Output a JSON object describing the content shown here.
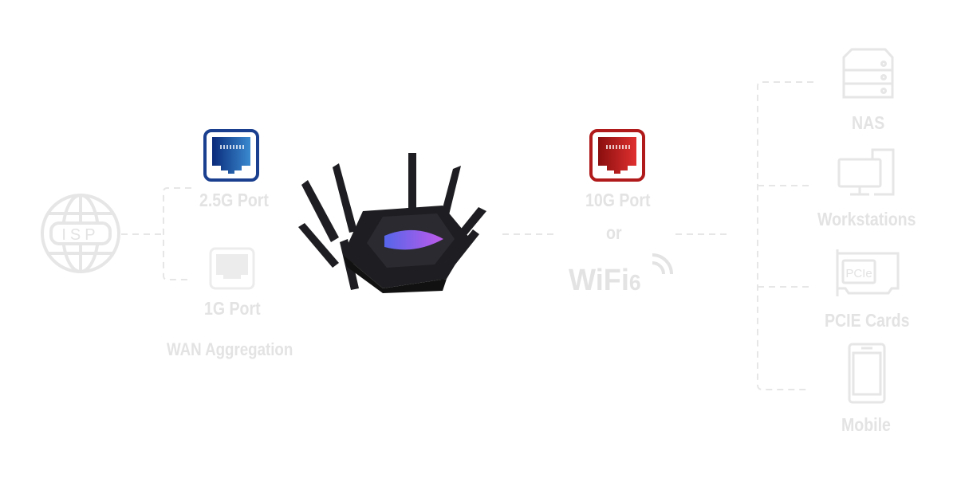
{
  "left": {
    "isp_label": "ISP",
    "port_25g": "2.5G Port",
    "port_1g": "1G Port",
    "wan_aggregation": "WAN Aggregation"
  },
  "center": {
    "port_10g": "10G Port",
    "or": "or",
    "wifi": "WiFi",
    "wifi_version": "6"
  },
  "devices": [
    "NAS",
    "Workstations",
    "PCIE Cards",
    "Mobile"
  ],
  "pcie_badge": "PCIe",
  "colors": {
    "faded": "#e3e3e3",
    "port_blue": "#1a3f8f",
    "port_red": "#b01a1a",
    "router_glow": "#9b4dff"
  }
}
